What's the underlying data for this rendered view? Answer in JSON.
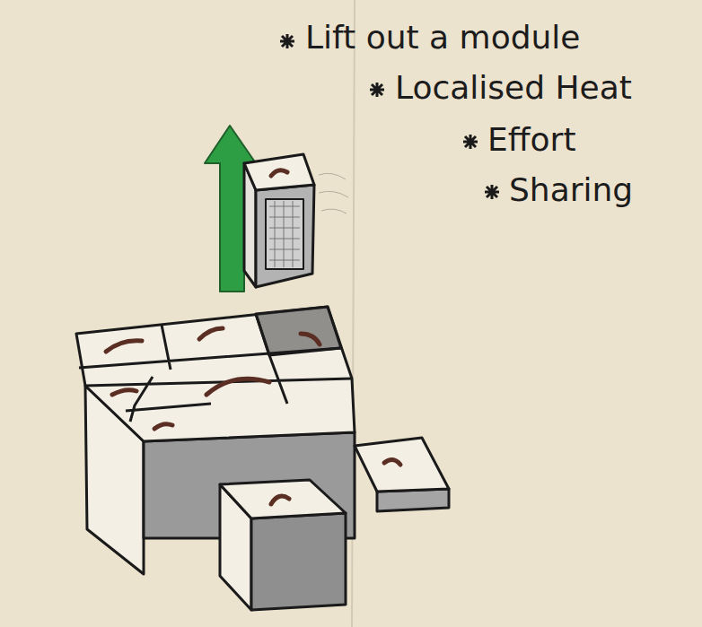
{
  "diagram": {
    "labels": [
      "Lift out a module",
      "Localised Heat",
      "Effort",
      "Sharing"
    ]
  }
}
